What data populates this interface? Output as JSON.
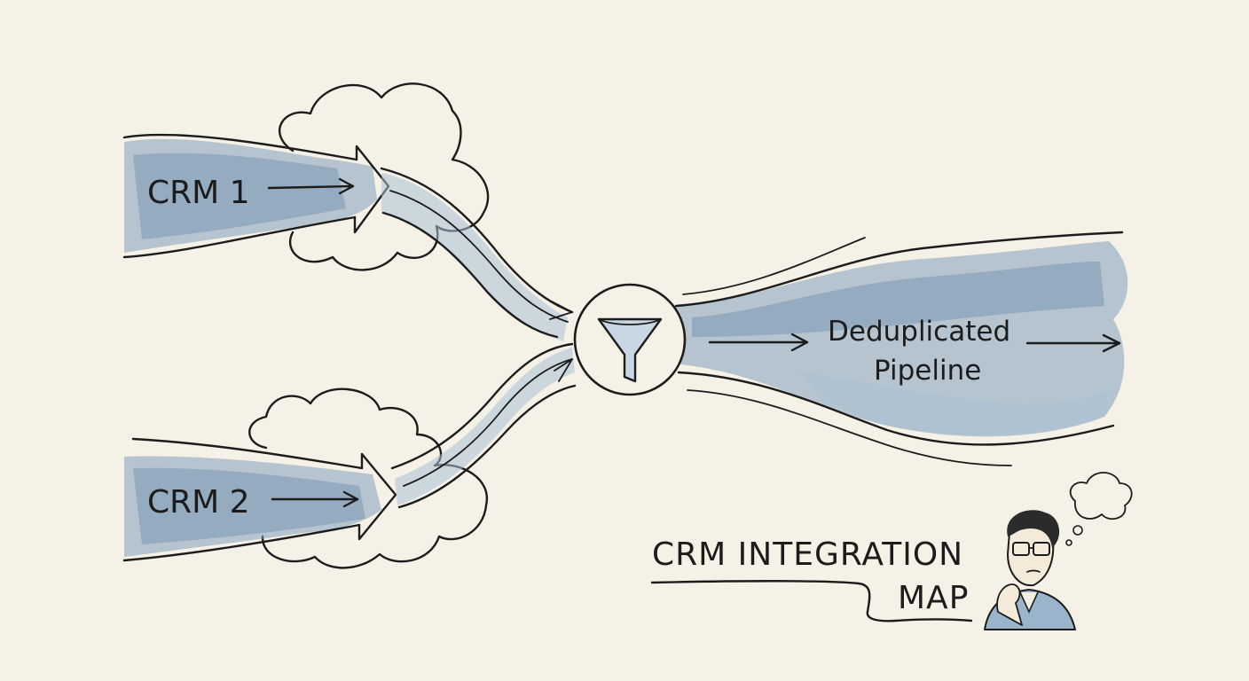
{
  "diagram": {
    "sources": [
      {
        "label": "CRM 1"
      },
      {
        "label": "CRM 2"
      }
    ],
    "filter": {
      "icon": "funnel-icon"
    },
    "output": {
      "line1": "Deduplicated",
      "line2": "Pipeline"
    },
    "title": {
      "line1": "CRM INTEGRATION",
      "line2": "MAP"
    },
    "colors": {
      "paper": "#f5f1e6",
      "ink": "#1c1c1c",
      "wash": "#7f9fbb"
    }
  }
}
